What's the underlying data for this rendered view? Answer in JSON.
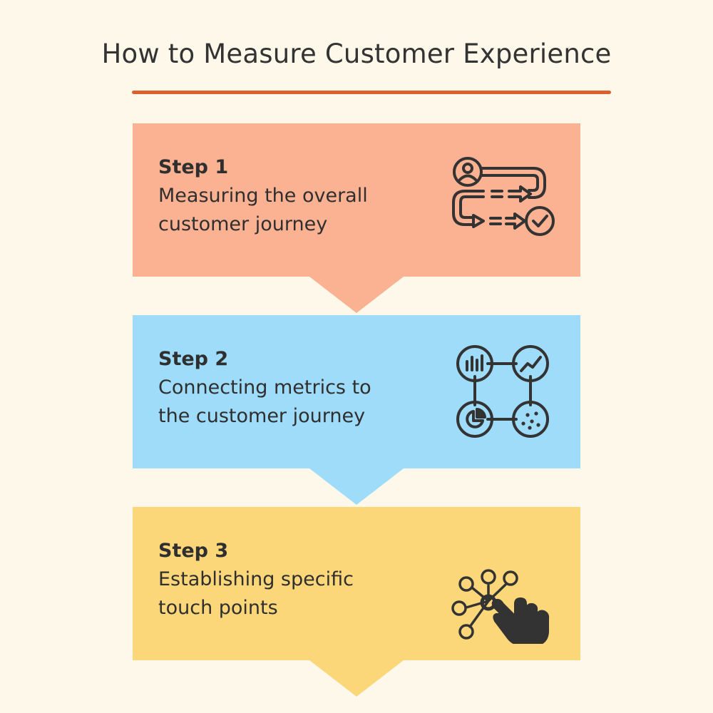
{
  "title": "How to Measure Customer Experience",
  "colors": {
    "accent_rule": "#dc5f2e",
    "background": "#fdf8ea",
    "step1": "#fbb293",
    "step2": "#9edcf9",
    "step3": "#fcd779",
    "icon_stroke": "#333333"
  },
  "steps": [
    {
      "label": "Step 1",
      "line1": "Measuring the overall",
      "line2": "customer journey",
      "icon": "journey-flow-icon"
    },
    {
      "label": "Step 2",
      "line1": "Connecting metrics to",
      "line2": "the customer journey",
      "icon": "metrics-network-icon"
    },
    {
      "label": "Step 3",
      "line1": "Establishing specific",
      "line2": "touch points",
      "icon": "touch-points-hand-icon"
    }
  ]
}
